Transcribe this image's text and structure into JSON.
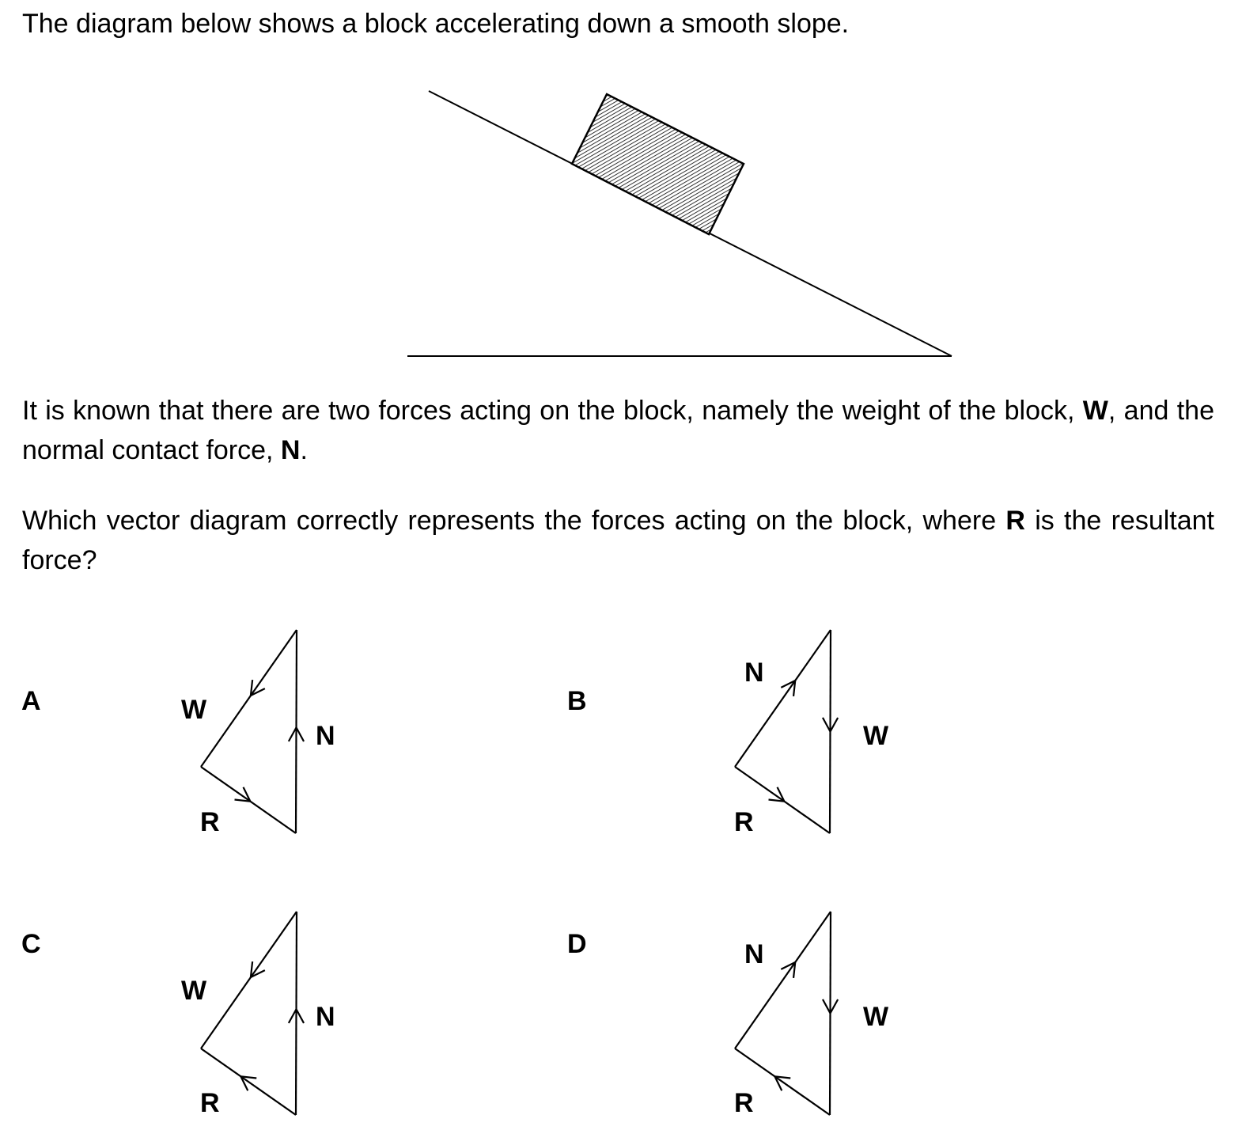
{
  "intro": "The diagram below shows a block accelerating down a smooth slope.",
  "para2": {
    "text_a": "It is known that there are two forces acting on the block, namely the weight of the block, ",
    "bold_w": "W",
    "text_b": ", and the normal contact force, ",
    "bold_n": "N",
    "text_c": "."
  },
  "question": {
    "text_a": "Which vector diagram correctly represents the forces acting on the block, where ",
    "bold_r": "R",
    "text_b": " is the resultant force?"
  },
  "options": [
    {
      "letter": "A",
      "w": "W",
      "n": "N",
      "r": "R"
    },
    {
      "letter": "B",
      "w": "W",
      "n": "N",
      "r": "R"
    },
    {
      "letter": "C",
      "w": "W",
      "n": "N",
      "r": "R"
    },
    {
      "letter": "D",
      "w": "W",
      "n": "N",
      "r": "R"
    }
  ]
}
